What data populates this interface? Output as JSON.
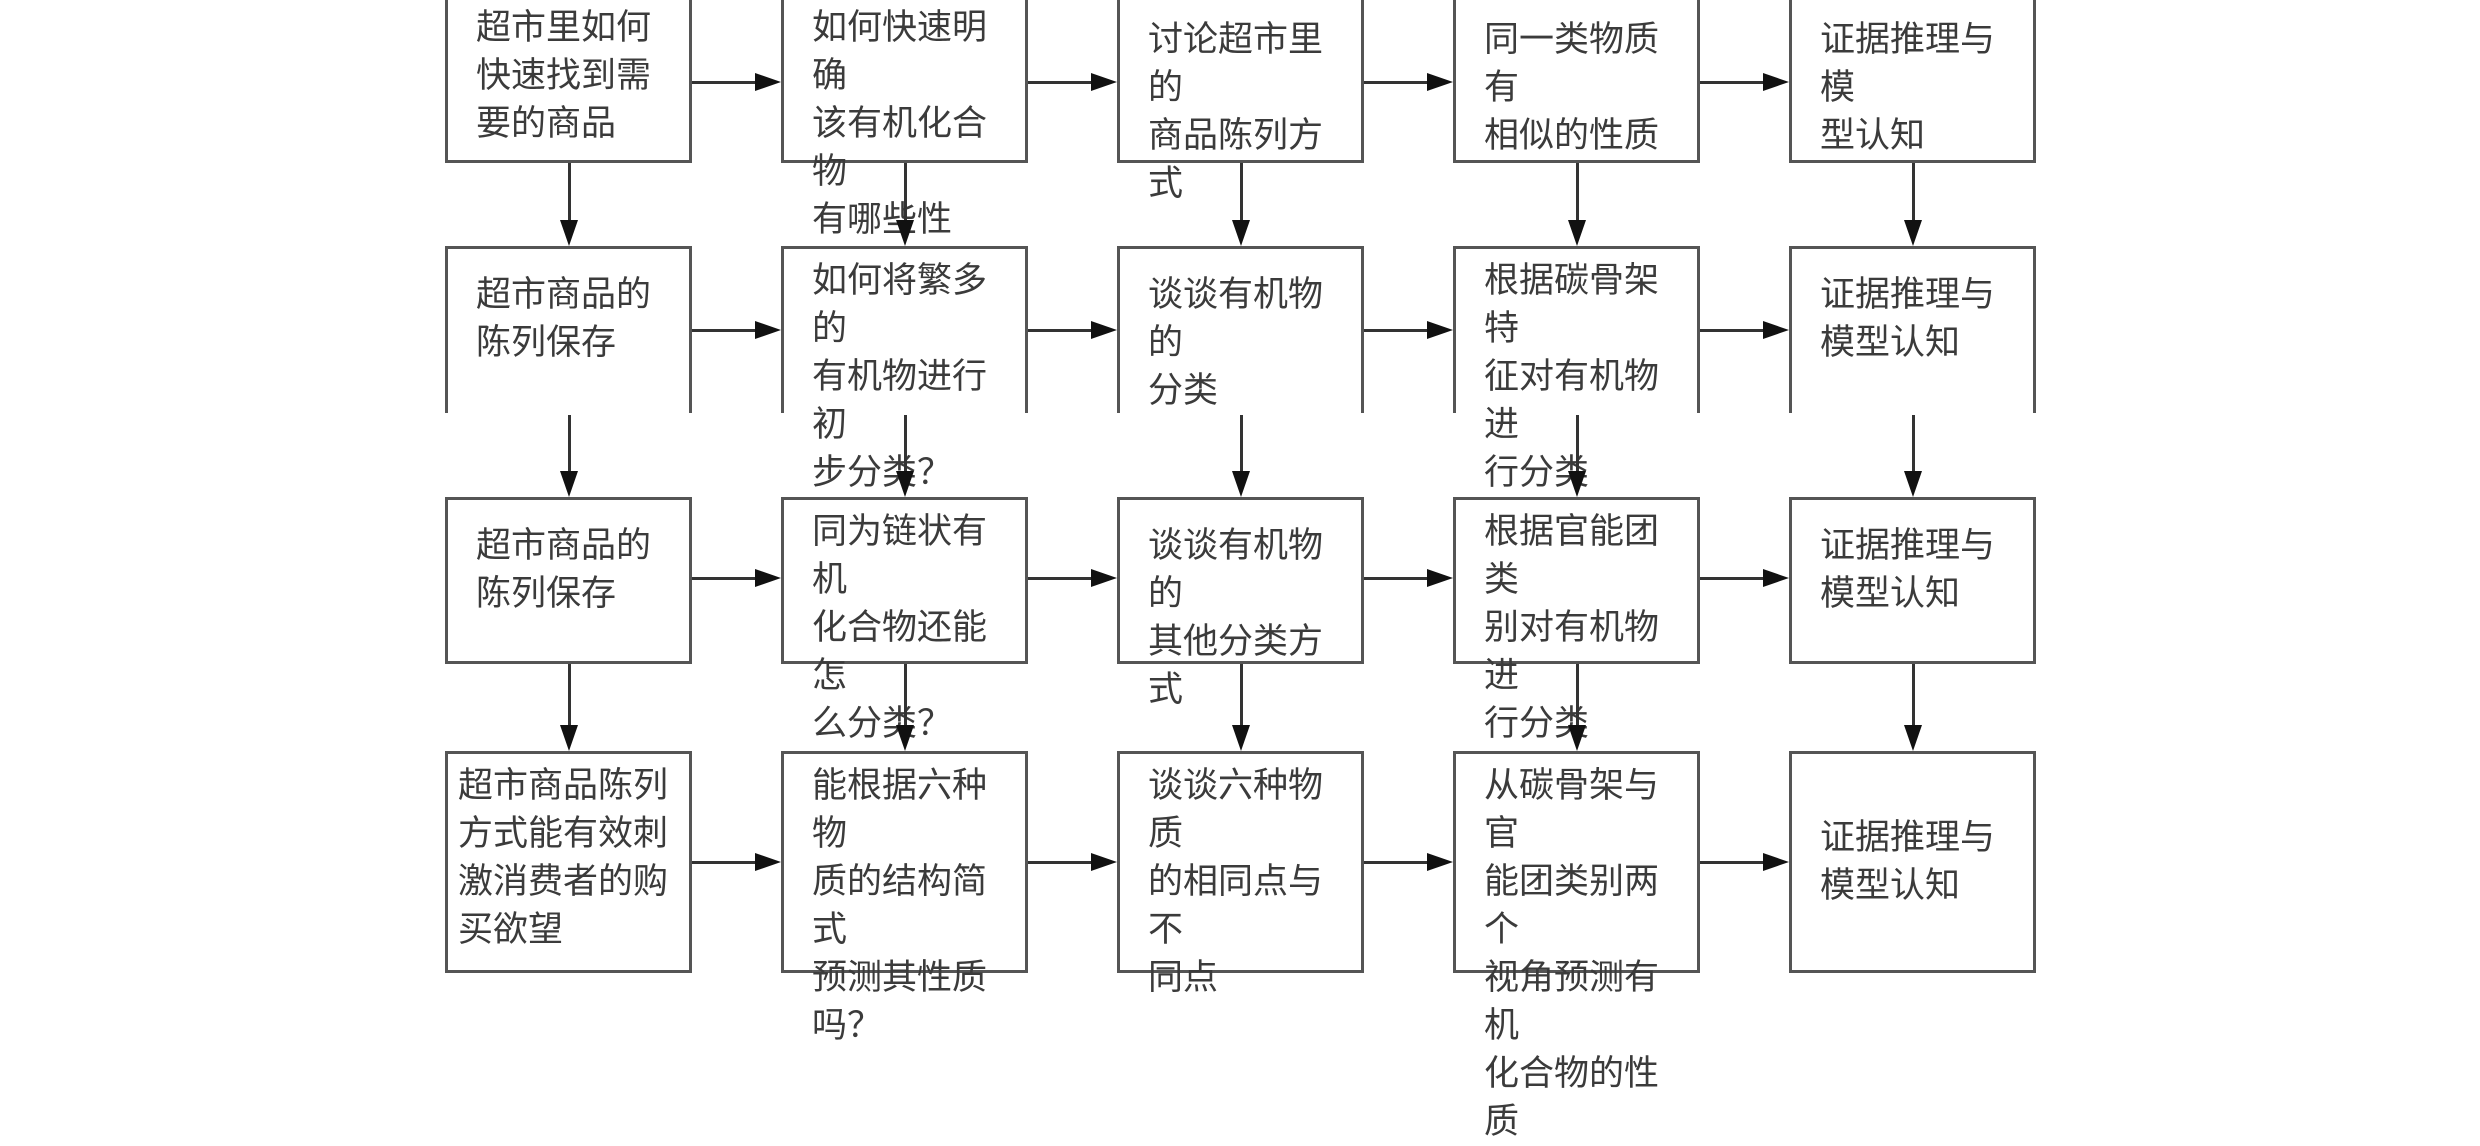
{
  "diagram": {
    "rows": [
      {
        "cells": [
          {
            "text": "超市里如何\n快速找到需\n要的商品"
          },
          {
            "text": "如何快速明确\n该有机化合物\n有哪些性质？"
          },
          {
            "text": "讨论超市里的\n商品陈列方式"
          },
          {
            "text": "同一类物质有\n相似的性质"
          },
          {
            "text": "证据推理与模\n型认知"
          }
        ]
      },
      {
        "cells": [
          {
            "text": "超市商品的\n陈列保存"
          },
          {
            "text": "如何将繁多的\n有机物进行初\n步分类？"
          },
          {
            "text": "谈谈有机物的\n分类"
          },
          {
            "text": "根据碳骨架特\n征对有机物进\n行分类"
          },
          {
            "text": "证据推理与\n模型认知"
          }
        ]
      },
      {
        "cells": [
          {
            "text": "超市商品的\n陈列保存"
          },
          {
            "text": "同为链状有机\n化合物还能怎\n么分类？"
          },
          {
            "text": "谈谈有机物的\n其他分类方式"
          },
          {
            "text": "根据官能团类\n别对有机物进\n行分类"
          },
          {
            "text": "证据推理与\n模型认知"
          }
        ]
      },
      {
        "cells": [
          {
            "text": "超市商品陈列\n方式能有效刺\n激消费者的购\n买欲望"
          },
          {
            "text": "能根据六种物\n质的结构简式\n预测其性质吗？"
          },
          {
            "text": "谈谈六种物质\n的相同点与不\n同点"
          },
          {
            "text": "从碳骨架与官\n能团类别两个\n视角预测有机\n化合物的性质"
          },
          {
            "text": "证据推理与\n模型认知"
          }
        ]
      }
    ],
    "colors": {
      "box_border": "#555555",
      "arrow": "#111111",
      "text": "#3b3b3b",
      "background": "#ffffff"
    }
  }
}
